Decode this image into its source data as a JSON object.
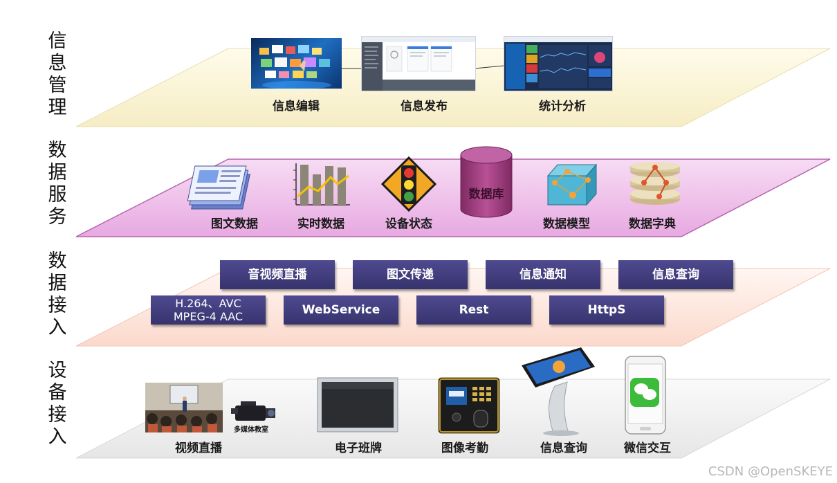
{
  "layers": {
    "info_management": {
      "label": "信\n息\n管\n理",
      "items": [
        "信息编辑",
        "信息发布",
        "统计分析"
      ]
    },
    "data_service": {
      "label": "数\n据\n服\n务",
      "items": [
        "图文数据",
        "实时数据",
        "设备状态",
        "数据模型",
        "数据字典"
      ],
      "database_label": "数据库"
    },
    "data_access": {
      "label": "数\n据\n接\n入",
      "row1": [
        "音视频直播",
        "图文传递",
        "信息通知",
        "信息查询"
      ],
      "row2": [
        "H.264、AVC\nMPEG-4 AAC",
        "WebService",
        "Rest",
        "HttpS"
      ]
    },
    "device_access": {
      "label": "设\n备\n接\n入",
      "items": [
        "视频直播",
        "电子班牌",
        "图像考勤",
        "信息查询",
        "微信交互"
      ],
      "classroom_sign": "多媒体教室"
    }
  },
  "watermark": "CSDN @OpenSKEYE",
  "colors": {
    "plane_info": "#fbf5d8",
    "plane_data_service": "#f2c8ef",
    "plane_data_access": "#fde6dc",
    "plane_device": "#f0f0f0",
    "proto_box": "#3f3a7a",
    "database": "#a0407f"
  }
}
